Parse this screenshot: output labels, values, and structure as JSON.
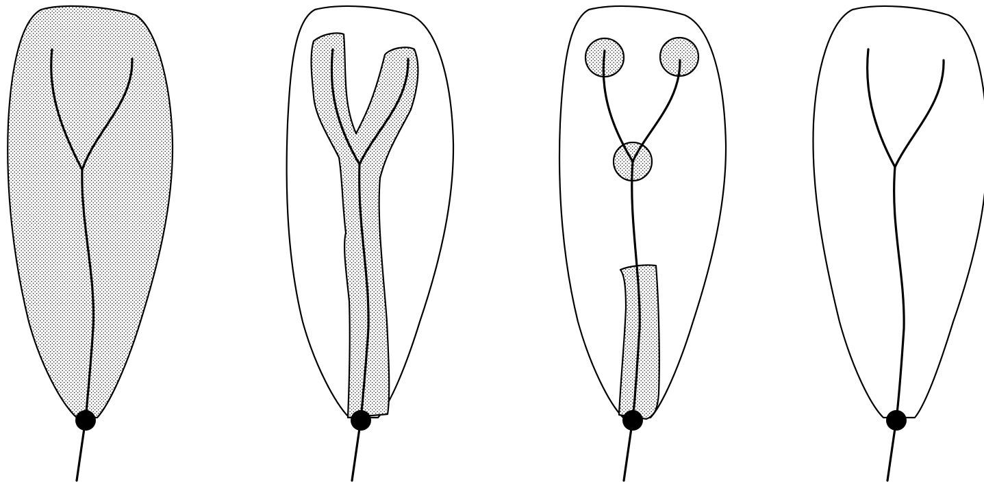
{
  "diagram": {
    "panel_count": 4,
    "colors": {
      "stroke": "#000000",
      "background": "#ffffff",
      "stipple": "#000000"
    },
    "panels": [
      {
        "id": "panel-1",
        "shaded_region": "entire-outline"
      },
      {
        "id": "panel-2",
        "shaded_region": "band-along-branches"
      },
      {
        "id": "panel-3",
        "shaded_region": "circles-at-branch-points-and-lower-stem-band"
      },
      {
        "id": "panel-4",
        "shaded_region": "none"
      }
    ]
  }
}
